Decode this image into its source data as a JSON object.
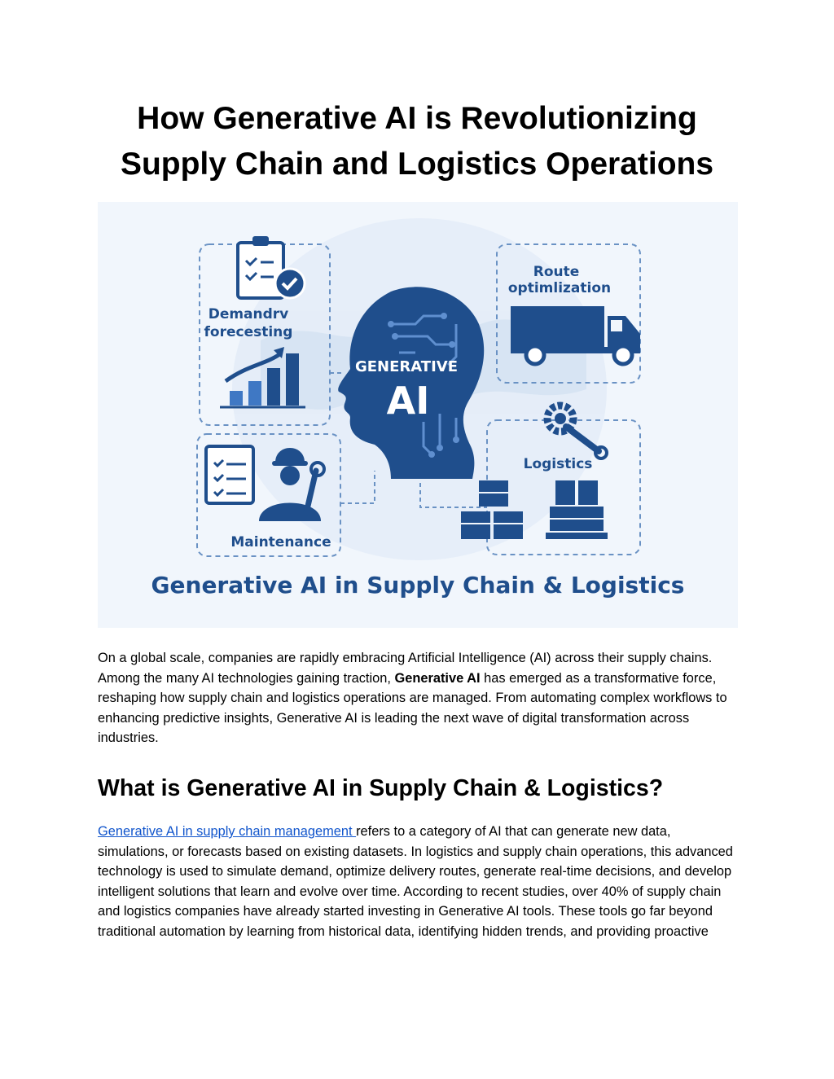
{
  "document": {
    "title_line1": "How Generative AI is Revolutionizing",
    "title_line2": "Supply Chain and Logistics Operations"
  },
  "infographic": {
    "center_label_top": "GENERATIVE",
    "center_label_big": "AI",
    "panel_demand_line1": "Demandrv",
    "panel_demand_line2": "forecesting",
    "panel_route_line1": "Route",
    "panel_route_line2": "optimlization",
    "panel_logistics": "Logistics",
    "panel_maintenance": "Maintenance",
    "banner": "Generative AI in Supply Chain & Logistics",
    "colors": {
      "primary": "#1f4e8c",
      "accent": "#3f78c4",
      "light_bg": "#f1f6fc",
      "globe": "#dde8f5"
    },
    "icons": [
      "clipboard-check-icon",
      "bar-chart-growth-icon",
      "truck-icon",
      "gear-wrench-icon",
      "boxes-icon",
      "pallet-icon",
      "checklist-icon",
      "worker-icon",
      "human-head-icon"
    ]
  },
  "intro": {
    "text_before_bold": "On a global scale, companies are rapidly embracing Artificial Intelligence (AI) across their supply chains. Among the many AI technologies gaining traction, ",
    "bold": "Generative AI",
    "text_after_bold": " has emerged as a transformative force, reshaping how supply chain and logistics operations are managed. From automating complex workflows to enhancing predictive insights, Generative AI is leading the next wave of digital transformation across industries."
  },
  "section": {
    "heading": "What is Generative AI in Supply Chain & Logistics?",
    "link_text": "Generative AI in supply chain management ",
    "text": "refers to a category of AI that can generate new data, simulations, or forecasts based on existing datasets. In logistics and supply chain operations, this advanced technology is used to simulate demand, optimize delivery routes, generate real-time decisions, and develop intelligent solutions that learn and evolve over time. According to recent studies, over 40% of supply chain and logistics companies have already started investing in Generative AI tools. These tools go far beyond traditional automation by learning from historical data, identifying hidden trends, and providing proactive"
  }
}
